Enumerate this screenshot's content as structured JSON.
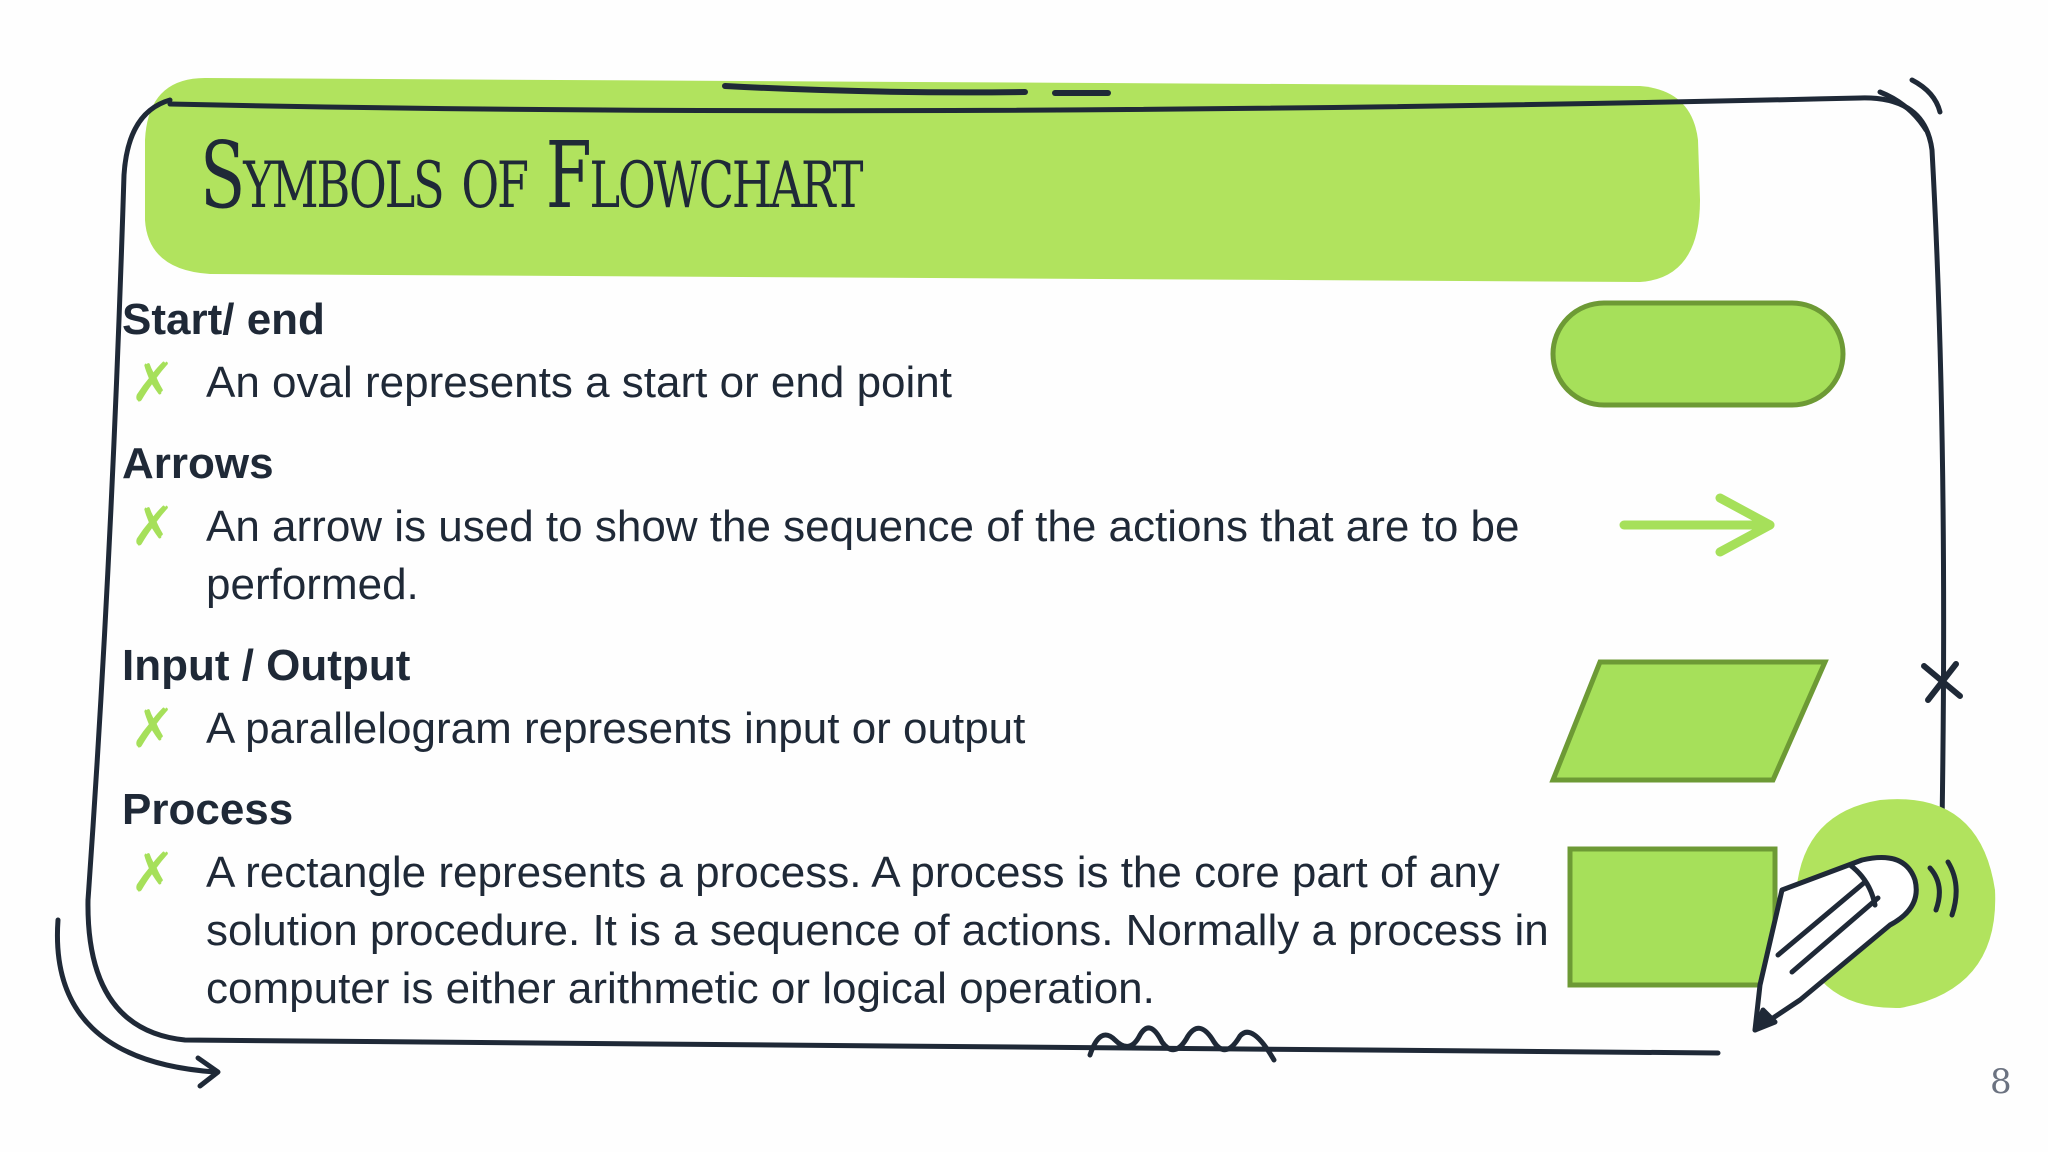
{
  "slide": {
    "title": "Symbols of Flowchart",
    "page_number": "8",
    "colors": {
      "accent": "#a6e05a",
      "accent_border": "#6d9a35",
      "ink": "#1f2937"
    },
    "sections": [
      {
        "heading": "Start/ end",
        "bullet_icon": "x-mark-icon",
        "text": "An oval represents a start or end point",
        "symbol": "oval-icon"
      },
      {
        "heading": "Arrows",
        "bullet_icon": "x-mark-icon",
        "text": "An arrow is used to show the sequence of the actions that are to be performed.",
        "symbol": "arrow-icon"
      },
      {
        "heading": "Input / Output",
        "bullet_icon": "x-mark-icon",
        "text": "A parallelogram represents input or output",
        "symbol": "parallelogram-icon"
      },
      {
        "heading": "Process",
        "bullet_icon": "x-mark-icon",
        "text": "A rectangle represents a process.  A process is the core part of any solution procedure. It is a sequence of actions. Normally a process in computer is either arithmetic or logical operation.",
        "symbol": "rectangle-icon"
      }
    ],
    "decor_icons": [
      "pencil-icon",
      "cross-mark-icon",
      "curved-arrow-icon",
      "squiggle-icon"
    ]
  }
}
